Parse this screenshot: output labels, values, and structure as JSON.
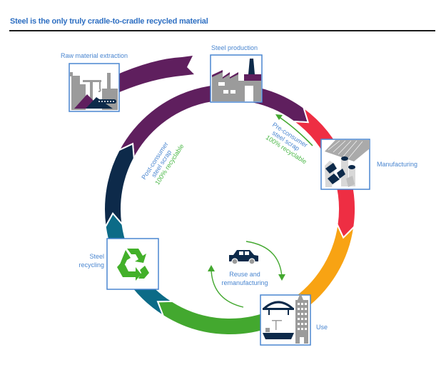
{
  "title": "Steel is the only truly cradle-to-cradle recycled material",
  "colors": {
    "title": "#2e6fc2",
    "label": "#4a86d0",
    "green_text": "#4cb848",
    "purple": "#5f1f5e",
    "red": "#ee2e43",
    "orange": "#f8a313",
    "green": "#43a82f",
    "teal": "#0c6b87",
    "navy": "#0d2a4a",
    "box_border": "#4a86d0",
    "icon_gray": "#9b9b9b"
  },
  "stages": [
    {
      "id": "raw",
      "label": "Raw material extraction",
      "icon": "mining-icon"
    },
    {
      "id": "production",
      "label": "Steel production",
      "icon": "factory-icon"
    },
    {
      "id": "manufacturing",
      "label": "Manufacturing",
      "icon": "steel-products-icon"
    },
    {
      "id": "use",
      "label": "Use",
      "icon": "city-bridge-ship-icon"
    },
    {
      "id": "recycling",
      "label_line1": "Steel",
      "label_line2": "recycling",
      "icon": "recycle-icon"
    }
  ],
  "pre_consumer": {
    "line1": "Pre-consumer",
    "line2": "steel scrap",
    "line3": "100% recyclable"
  },
  "post_consumer": {
    "line1": "Post-consumer",
    "line2": "steel scrap",
    "line3": "100% recyclable"
  },
  "reuse": {
    "line1": "Reuse and",
    "line2": "remanufacturing",
    "icon": "car-icon"
  }
}
